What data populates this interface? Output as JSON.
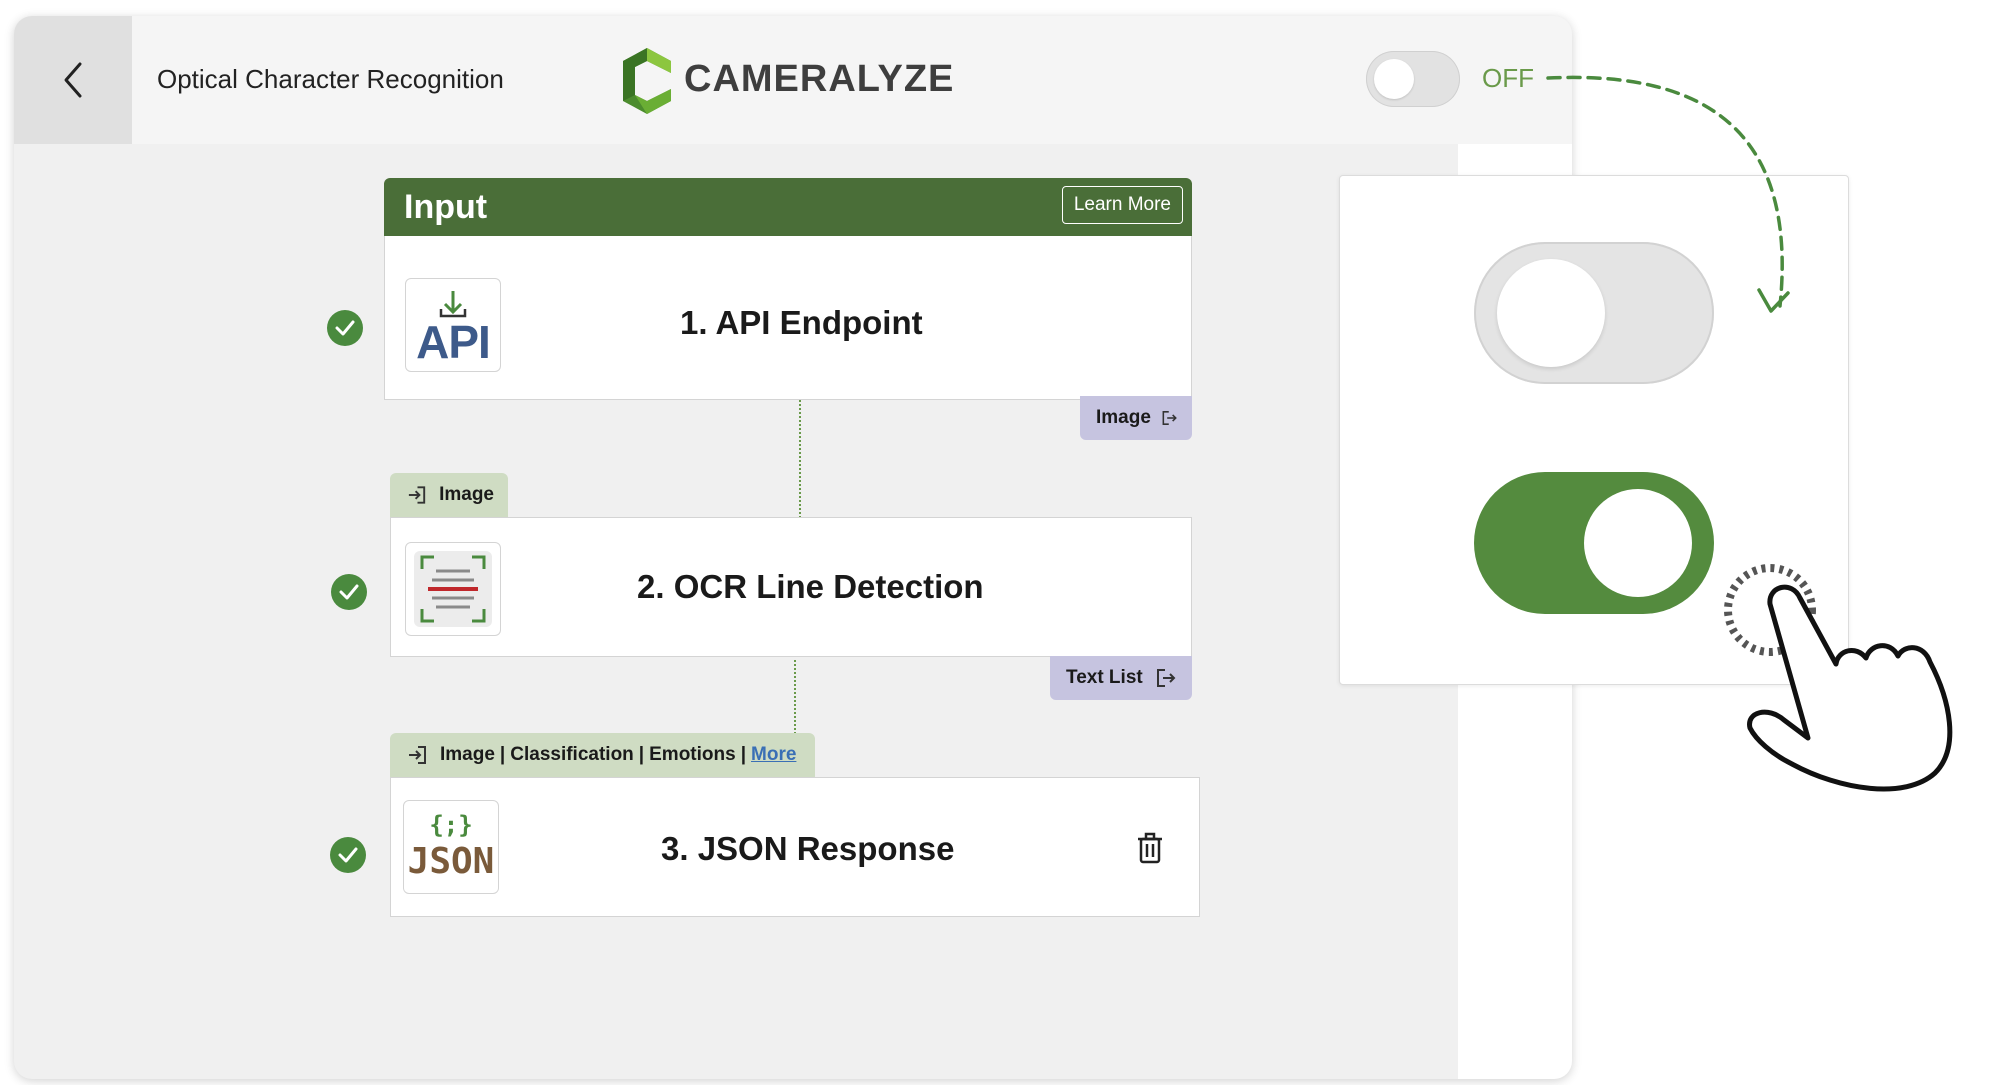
{
  "header": {
    "title": "Optical Character Recognition",
    "brand": "CAMERALYZE",
    "toggle_state_label": "OFF"
  },
  "pipeline": {
    "input_section_title": "Input",
    "learn_more_label": "Learn More",
    "steps": [
      {
        "title": "1. API Endpoint",
        "icon": "api-download-icon",
        "icon_text": "API",
        "output_label": "Image",
        "status": "complete"
      },
      {
        "title": "2. OCR Line Detection",
        "icon": "ocr-scan-icon",
        "input_label": "Image",
        "output_label": "Text List",
        "status": "complete"
      },
      {
        "title": "3. JSON Response",
        "icon": "json-icon",
        "icon_text_top": "{;}",
        "icon_text": "JSON",
        "input_labels": [
          "Image",
          "Classification",
          "Emotions"
        ],
        "more_label": "More",
        "status": "complete"
      }
    ]
  },
  "colors": {
    "accent_green": "#4a8a3e",
    "header_bar_green": "#4a6e38",
    "output_tag": "#c6c4e0",
    "input_tag": "#cfdcc3",
    "link_blue": "#3a6fb5",
    "toggle_on_green": "#548b3e"
  },
  "illustration": {
    "toggle_off": "toggle-off",
    "toggle_on": "toggle-on",
    "pointer": "hand-pointer-icon"
  }
}
